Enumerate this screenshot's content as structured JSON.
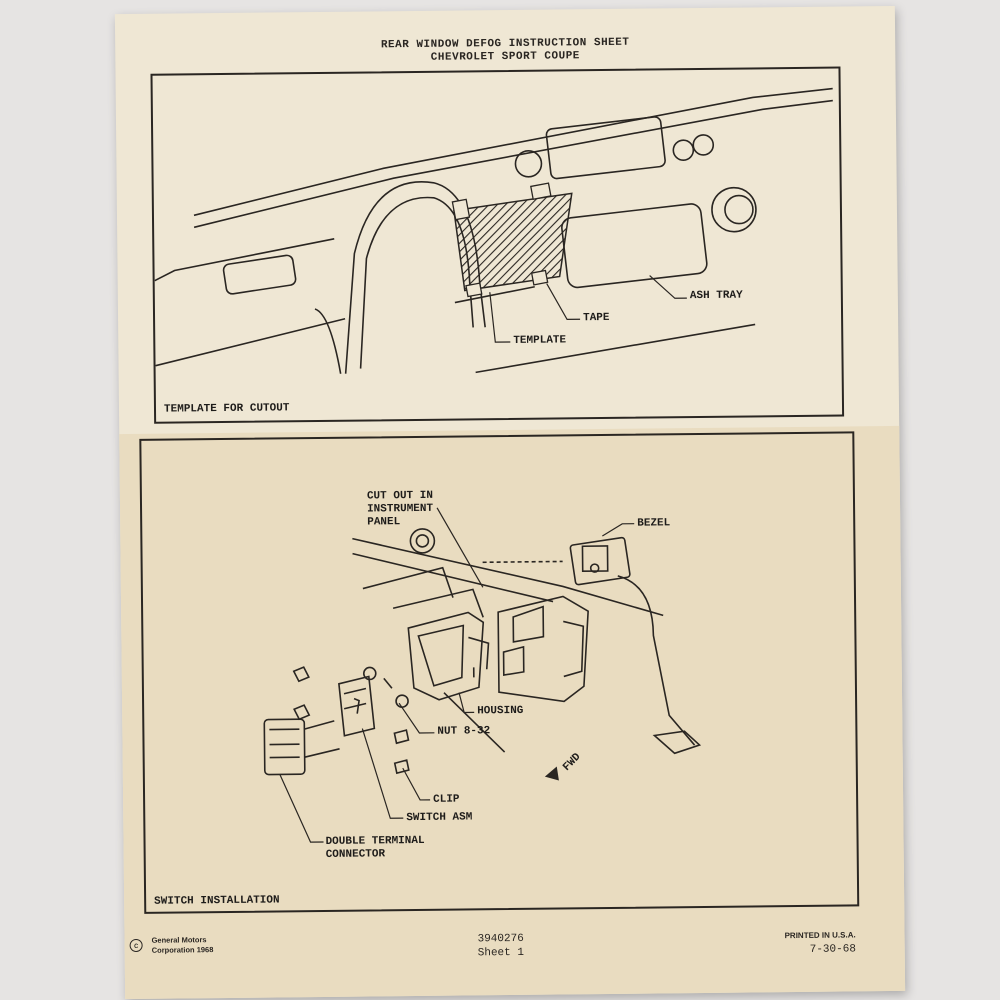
{
  "header": {
    "title_line1": "REAR WINDOW DEFOG INSTRUCTION SHEET",
    "title_line2": "CHEVROLET SPORT COUPE"
  },
  "figure_top": {
    "caption": "TEMPLATE FOR CUTOUT",
    "callouts": {
      "ash_tray": "ASH TRAY",
      "tape": "TAPE",
      "template": "TEMPLATE"
    }
  },
  "figure_bottom": {
    "caption": "SWITCH INSTALLATION",
    "callouts": {
      "cut_out_line1": "CUT OUT IN",
      "cut_out_line2": "INSTRUMENT",
      "cut_out_line3": "PANEL",
      "bezel": "BEZEL",
      "housing": "HOUSING",
      "nut": "NUT 8-32",
      "fwd": "FWD",
      "clip": "CLIP",
      "switch_asm": "SWITCH ASM",
      "connector_line1": "DOUBLE TERMINAL",
      "connector_line2": "CONNECTOR"
    }
  },
  "footer": {
    "copyright_symbol": "c",
    "company_line1": "General Motors",
    "company_line2": "Corporation 1968",
    "part_number": "3940276",
    "sheet": "Sheet 1",
    "printed": "PRINTED IN U.S.A.",
    "date": "7-30-68"
  }
}
